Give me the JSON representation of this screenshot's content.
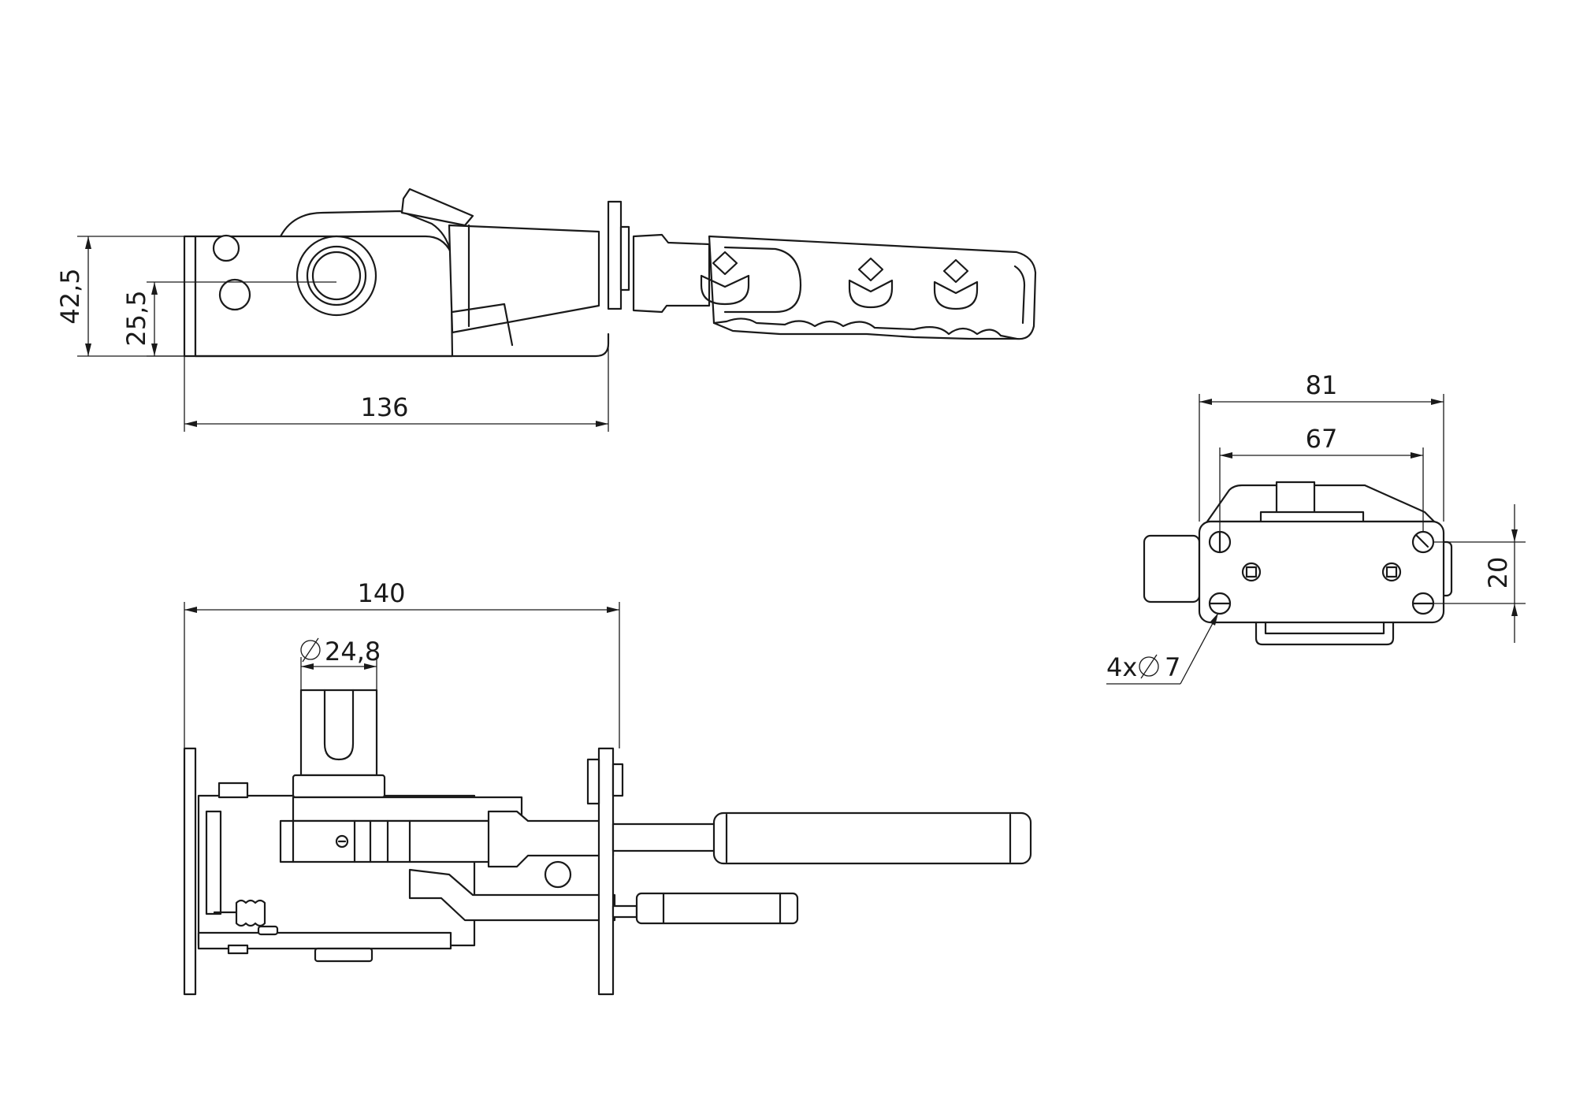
{
  "side_view": {
    "dim_overall_height": "42,5",
    "dim_pivot_height": "25,5",
    "dim_base_length": "136"
  },
  "top_view": {
    "dim_total_length": "140",
    "dim_clevis_diameter": "24,8"
  },
  "mount_view": {
    "dim_plate_width": "81",
    "dim_hole_spacing_x": "67",
    "dim_hole_spacing_y": "20",
    "dim_holes": "4x",
    "dim_hole_diameter": "7"
  }
}
